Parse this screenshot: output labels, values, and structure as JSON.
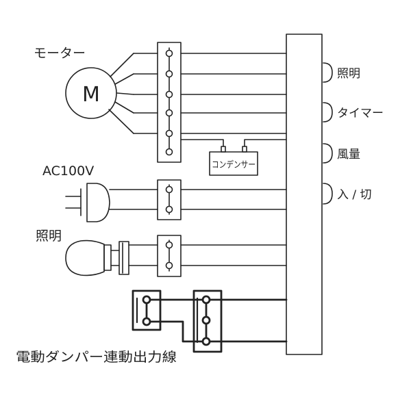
{
  "diagram": {
    "colors": {
      "line": "#222222",
      "background": "#ffffff"
    },
    "labels": {
      "motor": "モーター",
      "motor_symbol": "M",
      "power": "AC100V",
      "lamp": "照明",
      "capacitor": "コンデンサー",
      "damper_output": "電動ダンパー連動出力線"
    },
    "switch_controls": [
      {
        "label": "照明"
      },
      {
        "label": "タイマー"
      },
      {
        "label": "風量"
      },
      {
        "label": "入 / 切"
      }
    ]
  }
}
